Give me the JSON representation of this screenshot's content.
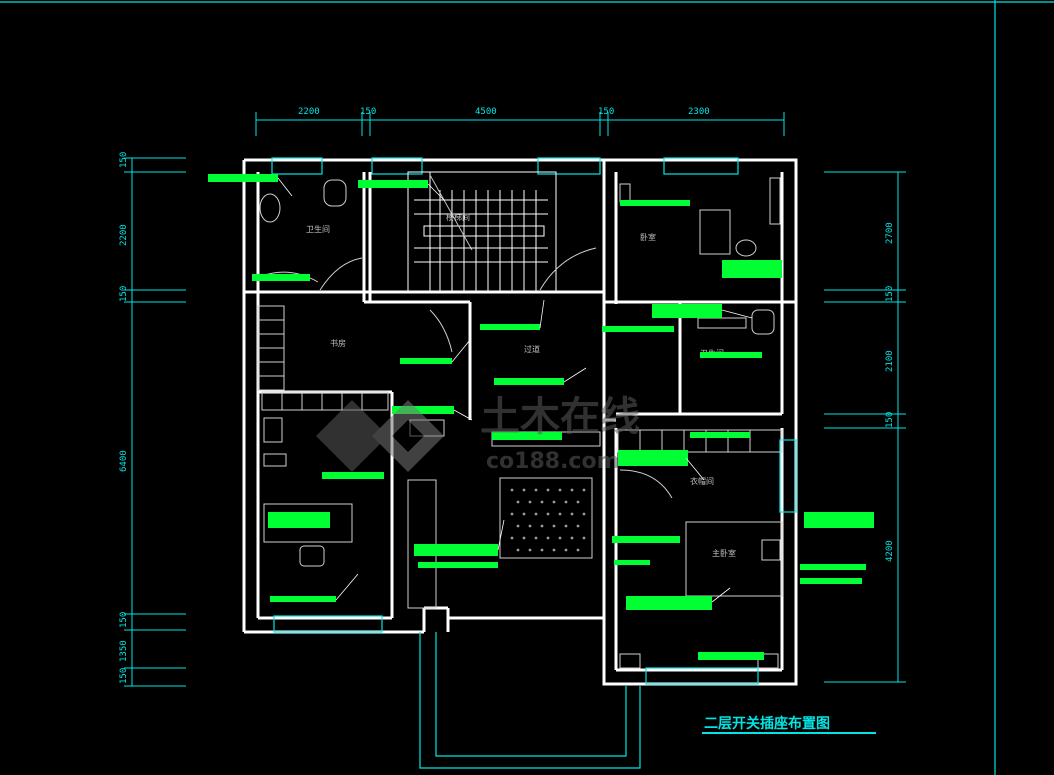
{
  "drawing": {
    "title": "二层开关插座布置图",
    "top_dimensions": [
      "2200",
      "150",
      "4500",
      "150",
      "2300"
    ],
    "left_dimensions": [
      "150",
      "2200",
      "150",
      "6400",
      "150",
      "1350",
      "150"
    ],
    "right_dimensions": [
      "2700",
      "150",
      "2100",
      "150",
      "4200"
    ],
    "room_labels": [
      "卫生间",
      "楼梯间",
      "书房",
      "过道",
      "主卧室",
      "卧室",
      "衣帽间",
      "卫生间"
    ],
    "watermark": {
      "brand": "土木在线",
      "url": "co188.com"
    }
  },
  "colors": {
    "background": "#000000",
    "dimension": "#00e5e5",
    "wall": "#ffffff",
    "annotation": "#00ff33",
    "furniture": "#bfbfbf"
  }
}
